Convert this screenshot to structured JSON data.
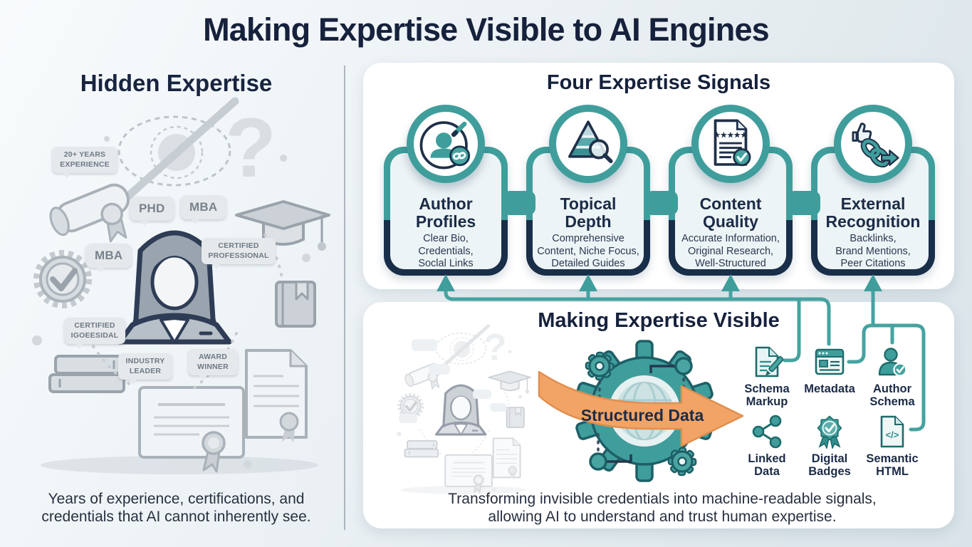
{
  "title": "Making Expertise Visible to AI Engines",
  "left_panel": {
    "heading": "Hidden Expertise",
    "badges": [
      {
        "text": "20+ YEARS\nEXPERIENCE"
      },
      {
        "text": "PHD"
      },
      {
        "text": "MBA"
      },
      {
        "text": "MBA"
      },
      {
        "text": "CERTIFIED\nPROFESSIONAL"
      },
      {
        "text": "CERTIFIED\nIGOEESIDAL"
      },
      {
        "text": "INDUSTRY\nLEADER"
      },
      {
        "text": "AWARD\nWINNER"
      }
    ],
    "caption": "Years of experience, certifications, and\ncredentials that AI cannot inherently see."
  },
  "signals_panel": {
    "heading": "Four Expertise Signals",
    "cards": [
      {
        "title": "Author\nProfiles",
        "desc": "Clear Bio,\nCredentials,\nSoclal Links",
        "icon": "author-profiles-icon"
      },
      {
        "title": "Topical\nDepth",
        "desc": "Comprehensive\nContent, Niche Focus,\nDetailed Guides",
        "icon": "topical-depth-icon"
      },
      {
        "title": "Content\nQuality",
        "desc": "Accurate Information,\nOriginal Research,\nWell-Structured",
        "icon": "content-quality-icon"
      },
      {
        "title": "External\nRecognition",
        "desc": "Backlinks,\nBrand Mentions,\nPeer Citations",
        "icon": "external-recognition-icon"
      }
    ]
  },
  "visible_panel": {
    "heading": "Making Expertise Visible",
    "arrow_label": "Structured Data",
    "items": [
      {
        "label": "Schema\nMarkup",
        "icon": "schema-markup-icon"
      },
      {
        "label": "Metadata",
        "icon": "metadata-icon"
      },
      {
        "label": "Author\nSchema",
        "icon": "author-schema-icon"
      },
      {
        "label": "Linked\nData",
        "icon": "linked-data-icon"
      },
      {
        "label": "Digital\nBadges",
        "icon": "digital-badges-icon"
      },
      {
        "label": "Semantic\nHTML",
        "icon": "semantic-html-icon"
      }
    ],
    "caption": "Transforming invisible credentials into machine-readable signals,\nallowing AI to understand and trust human expertise."
  },
  "glyphs": {
    "question_mark": "?",
    "stars": "★★★★★",
    "code_tag": "</>"
  },
  "colors": {
    "teal": "#3f9e9c",
    "navy": "#182e49",
    "orange": "#f2a467",
    "title_navy": "#16213c"
  }
}
